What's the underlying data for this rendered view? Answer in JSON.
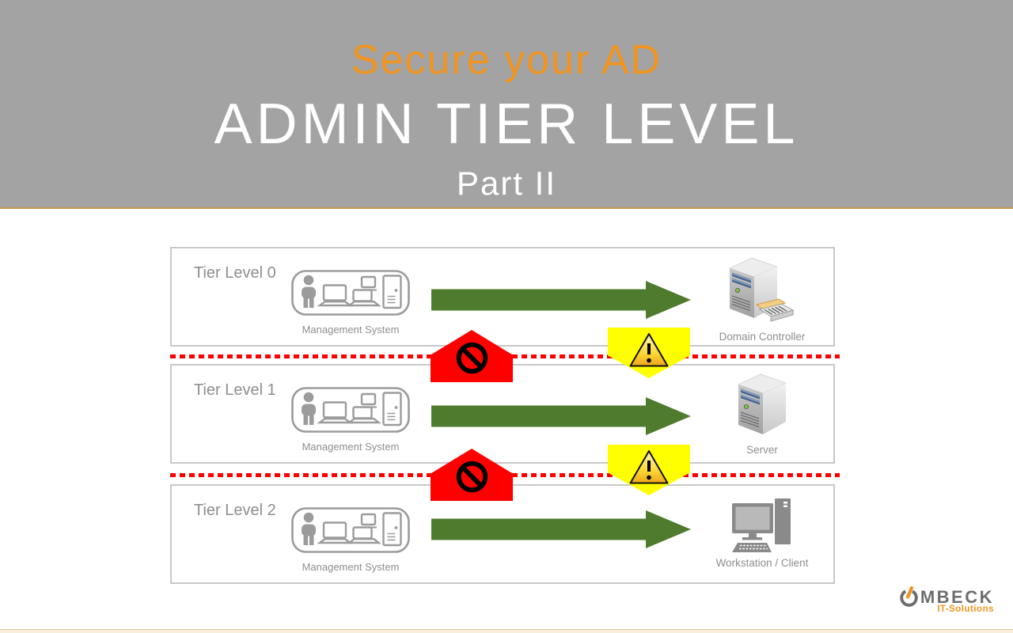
{
  "header": {
    "subtitle": "Secure your AD",
    "title": "ADMIN TIER LEVEL",
    "part": "Part II"
  },
  "tiers": [
    {
      "label": "Tier Level 0",
      "source_label": "Management System",
      "target_label": "Domain Controller",
      "target_icon": "domain-controller-icon"
    },
    {
      "label": "Tier Level 1",
      "source_label": "Management System",
      "target_label": "Server",
      "target_icon": "server-icon"
    },
    {
      "label": "Tier Level 2",
      "source_label": "Management System",
      "target_label": "Workstation / Client",
      "target_icon": "workstation-icon"
    }
  ],
  "boundaries": [
    {
      "deny_icon": "no-entry-icon",
      "warn_icon": "warning-icon"
    },
    {
      "deny_icon": "no-entry-icon",
      "warn_icon": "warning-icon"
    }
  ],
  "icons": {
    "source": "management-system-icon",
    "logo": "power-button-icon"
  },
  "colors": {
    "banner_bg": "#a3a3a3",
    "banner_subtitle": "#f0941f",
    "banner_title": "#ffffff",
    "banner_underline": "#c9994e",
    "arrow_green": "#4e7b2e",
    "boundary_dotted_red": "#ff0000",
    "deny_sign_red": "#fe0000",
    "warning_sign_yellow": "#ffff00",
    "box_border_gray": "#c8c8c8",
    "label_gray": "#8e8e8e",
    "footer_line": "#ddc894",
    "footer_bg": "#f7efdc",
    "logo_gray": "#6e6e6e",
    "logo_orange": "#f0941f"
  },
  "logo": {
    "brand": "MBECK",
    "tagline": "IT-Solutions"
  }
}
